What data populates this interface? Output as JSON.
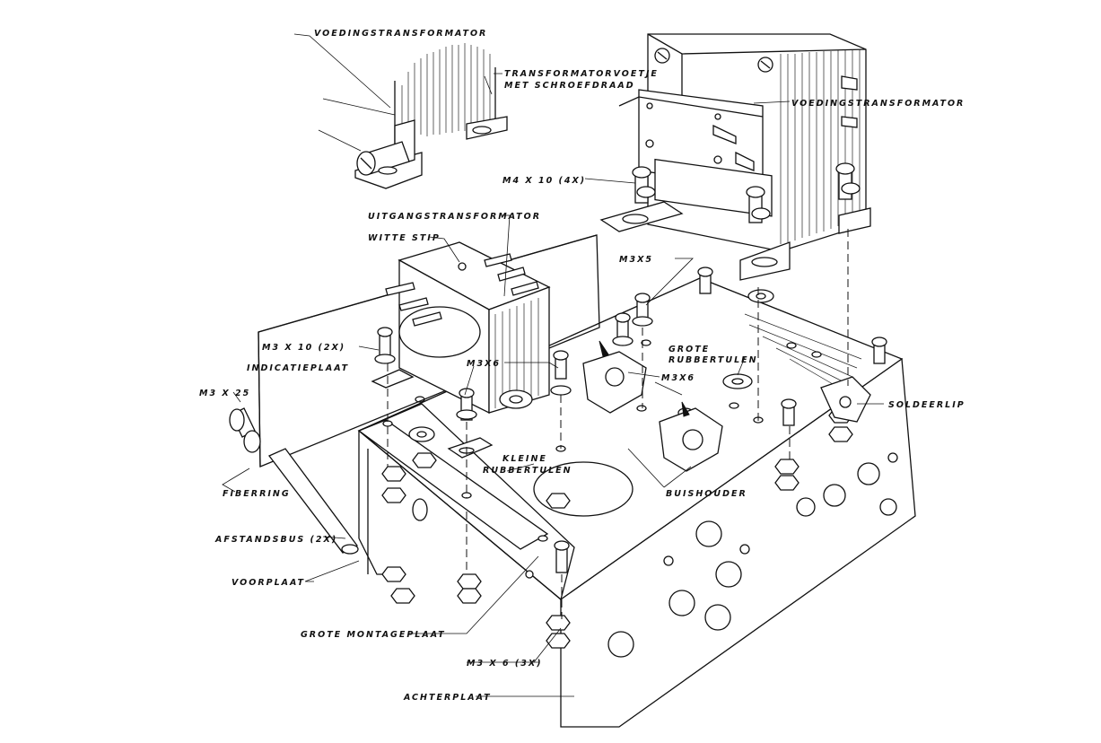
{
  "labels": {
    "voedingstransformator_top": "VOEDINGSTRANSFORMATOR",
    "transformatorvoetje_line1": "TRANSFORMATORVOETJE",
    "transformatorvoetje_line2": "MET SCHROEFDRAAD",
    "voedingstransformator_right": "VOEDINGSTRANSFORMATOR",
    "m4x10": "M4 X 10 (4X)",
    "uitgangstransformator": "UITGANGSTRANSFORMATOR",
    "witte_stip": "WITTE  STIP",
    "m3x5": "M3X5",
    "m3x10": "M3 X 10 (2X)",
    "indicatieplaat": "INDICATIEPLAAT",
    "m3x6_left": "M3X6",
    "grote_rubbertulen_line1": "GROTE",
    "grote_rubbertulen_line2": "RUBBERTULEN",
    "m3x6_right": "M3X6",
    "m3x25": "M3 X 25",
    "soldeerlip": "SOLDEERLIP",
    "kleine_rubbertulen_line1": "KLEINE",
    "kleine_rubbertulen_line2": "RUBBERTULEN",
    "fiberring": "FIBERRING",
    "buishouder": "BUISHOUDER",
    "afstandsbus": "AFSTANDSBUS (2X)",
    "voorplaat": "VOORPLAAT",
    "grote_montageplaat": "GROTE MONTAGEPLAAT",
    "m3x6_3x": "M3 X 6 (3X)",
    "achterplaat": "ACHTERPLAAT"
  }
}
